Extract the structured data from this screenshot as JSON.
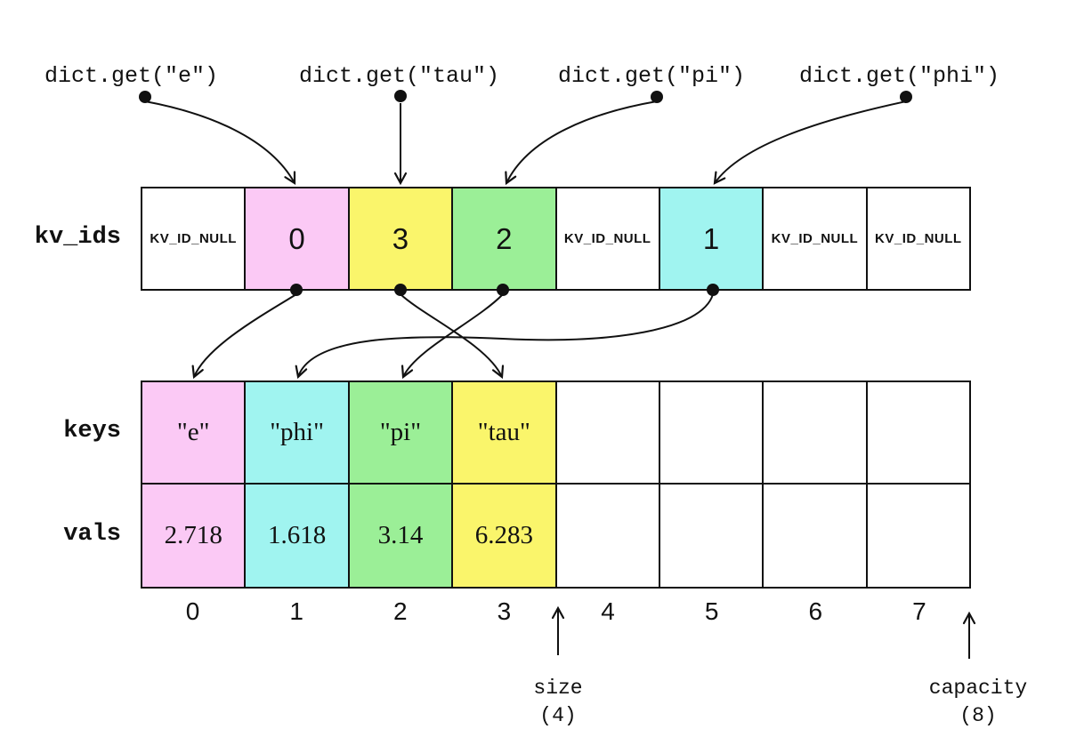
{
  "queries": [
    {
      "label": "dict.get(\"e\")"
    },
    {
      "label": "dict.get(\"tau\")"
    },
    {
      "label": "dict.get(\"pi\")"
    },
    {
      "label": "dict.get(\"phi\")"
    }
  ],
  "arrays": {
    "kv_ids": {
      "label": "kv_ids",
      "cells": [
        {
          "value": "KV_ID_NULL",
          "color": "white"
        },
        {
          "value": "0",
          "color": "pink"
        },
        {
          "value": "3",
          "color": "yellow"
        },
        {
          "value": "2",
          "color": "green"
        },
        {
          "value": "KV_ID_NULL",
          "color": "white"
        },
        {
          "value": "1",
          "color": "cyan"
        },
        {
          "value": "KV_ID_NULL",
          "color": "white"
        },
        {
          "value": "KV_ID_NULL",
          "color": "white"
        }
      ]
    },
    "keys": {
      "label": "keys",
      "cells": [
        {
          "value": "\"e\"",
          "color": "pink"
        },
        {
          "value": "\"phi\"",
          "color": "cyan"
        },
        {
          "value": "\"pi\"",
          "color": "green"
        },
        {
          "value": "\"tau\"",
          "color": "yellow"
        },
        {
          "value": "",
          "color": "white"
        },
        {
          "value": "",
          "color": "white"
        },
        {
          "value": "",
          "color": "white"
        },
        {
          "value": "",
          "color": "white"
        }
      ]
    },
    "vals": {
      "label": "vals",
      "cells": [
        {
          "value": "2.718",
          "color": "pink"
        },
        {
          "value": "1.618",
          "color": "cyan"
        },
        {
          "value": "3.14",
          "color": "green"
        },
        {
          "value": "6.283",
          "color": "yellow"
        },
        {
          "value": "",
          "color": "white"
        },
        {
          "value": "",
          "color": "white"
        },
        {
          "value": "",
          "color": "white"
        },
        {
          "value": "",
          "color": "white"
        }
      ]
    }
  },
  "indices": [
    "0",
    "1",
    "2",
    "3",
    "4",
    "5",
    "6",
    "7"
  ],
  "annotations": {
    "size": {
      "label": "size",
      "value": "(4)"
    },
    "capacity": {
      "label": "capacity",
      "value": "(8)"
    }
  },
  "colors": {
    "pink": "#FBC9F5",
    "cyan": "#A0F4F0",
    "green": "#9BEF97",
    "yellow": "#FAF56B",
    "white": "#FFFFFF",
    "line": "#111111"
  }
}
